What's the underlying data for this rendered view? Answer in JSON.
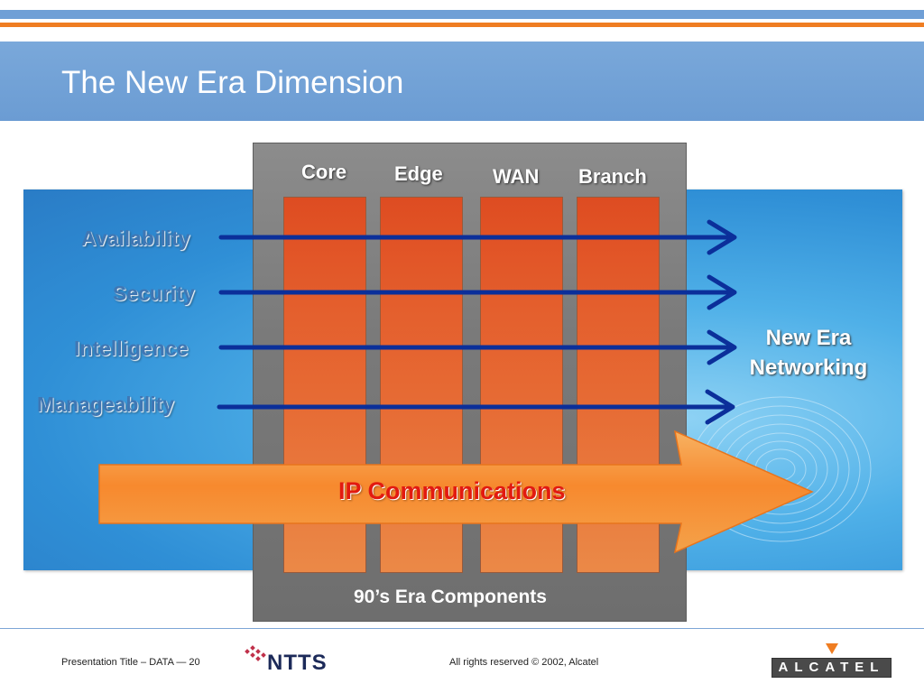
{
  "header": {
    "title": "The New Era Dimension"
  },
  "diagram": {
    "columns": [
      "Core",
      "Edge",
      "WAN",
      "Branch"
    ],
    "attributes": [
      "Availability",
      "Security",
      "Intelligence",
      "Manageability"
    ],
    "target_label_line1": "New Era",
    "target_label_line2": "Networking",
    "big_arrow_label": "IP Communications",
    "components_label": "90’s Era Components"
  },
  "footer": {
    "left": "Presentation Title  –  DATA  —  20",
    "right": "All rights reserved © 2002, Alcatel",
    "ntts_logo_text": "NTTS",
    "alcatel_logo_text": "ALCATEL"
  },
  "colors": {
    "title_band": "#6b9cd3",
    "accent_orange": "#ef7d22",
    "arrow_blue": "#0b2f9a",
    "attribute_text": "#3f77b4"
  }
}
